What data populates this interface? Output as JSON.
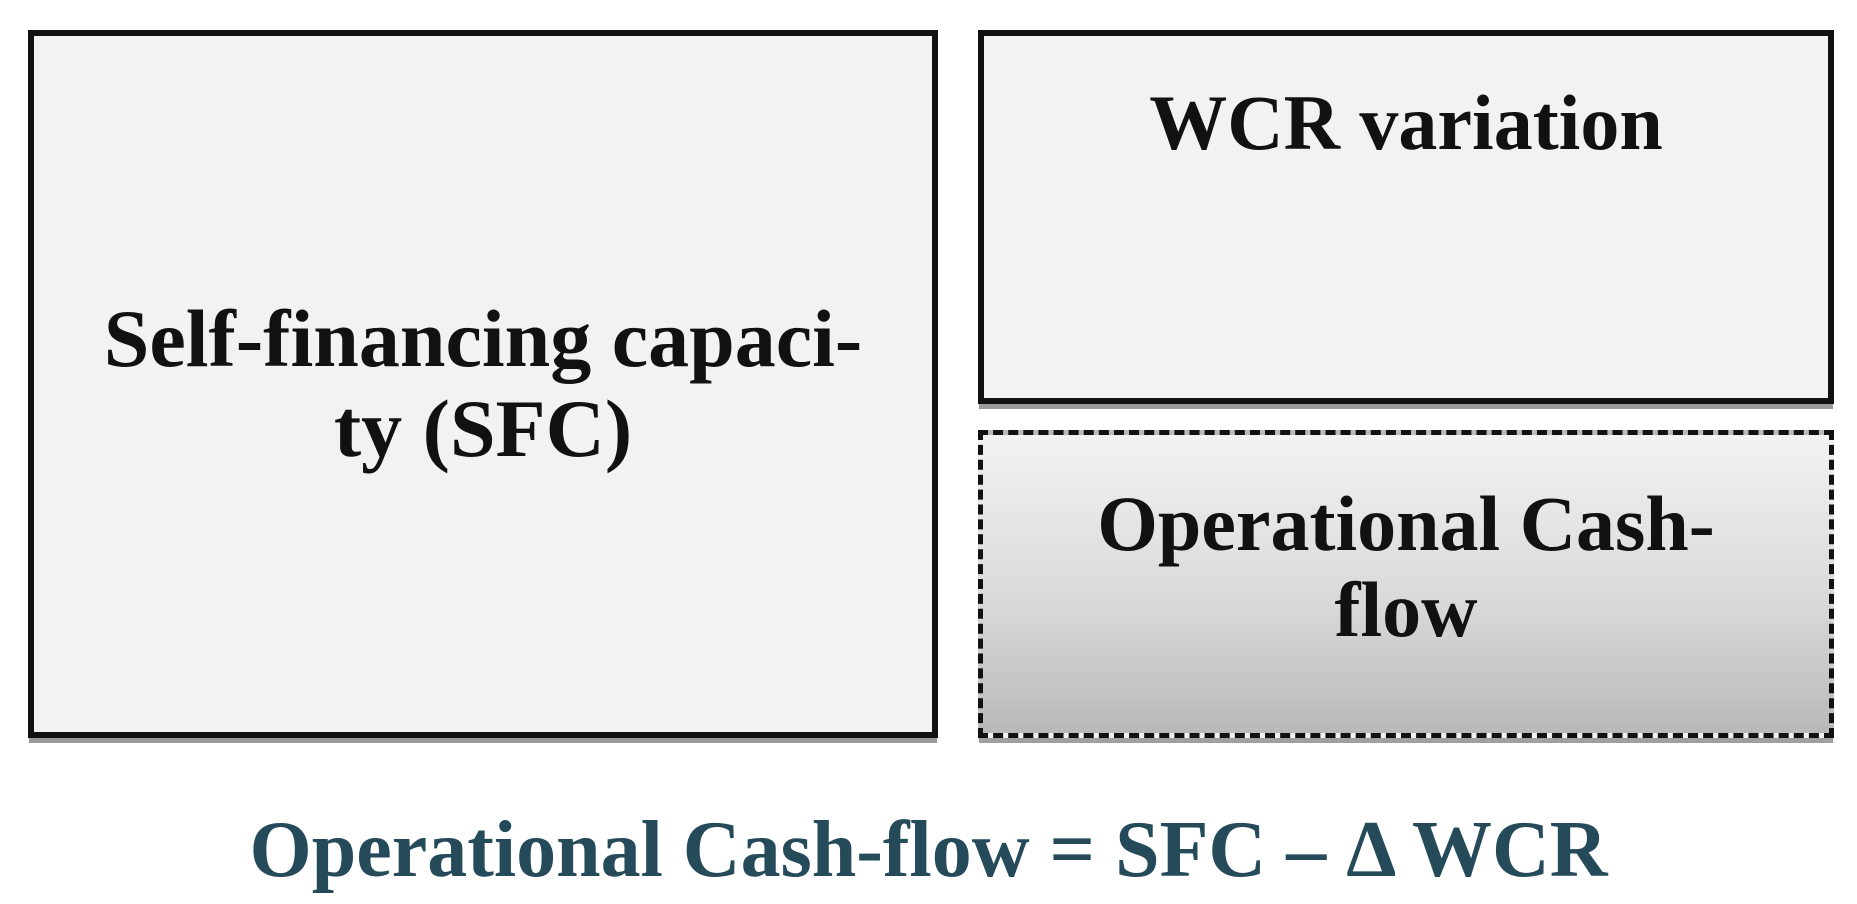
{
  "diagram": {
    "sfc_box": {
      "line1": "Self-financing capaci-",
      "line2": "ty (SFC)"
    },
    "wcr_box": {
      "label": "WCR variation"
    },
    "ocf_box": {
      "line1": "Operational Cash-",
      "line2": "flow"
    },
    "formula": "Operational Cash-flow = SFC – Δ WCR",
    "colors": {
      "box_fill": "#f2f2f2",
      "border": "#111111",
      "formula_text": "#254a5a"
    }
  }
}
